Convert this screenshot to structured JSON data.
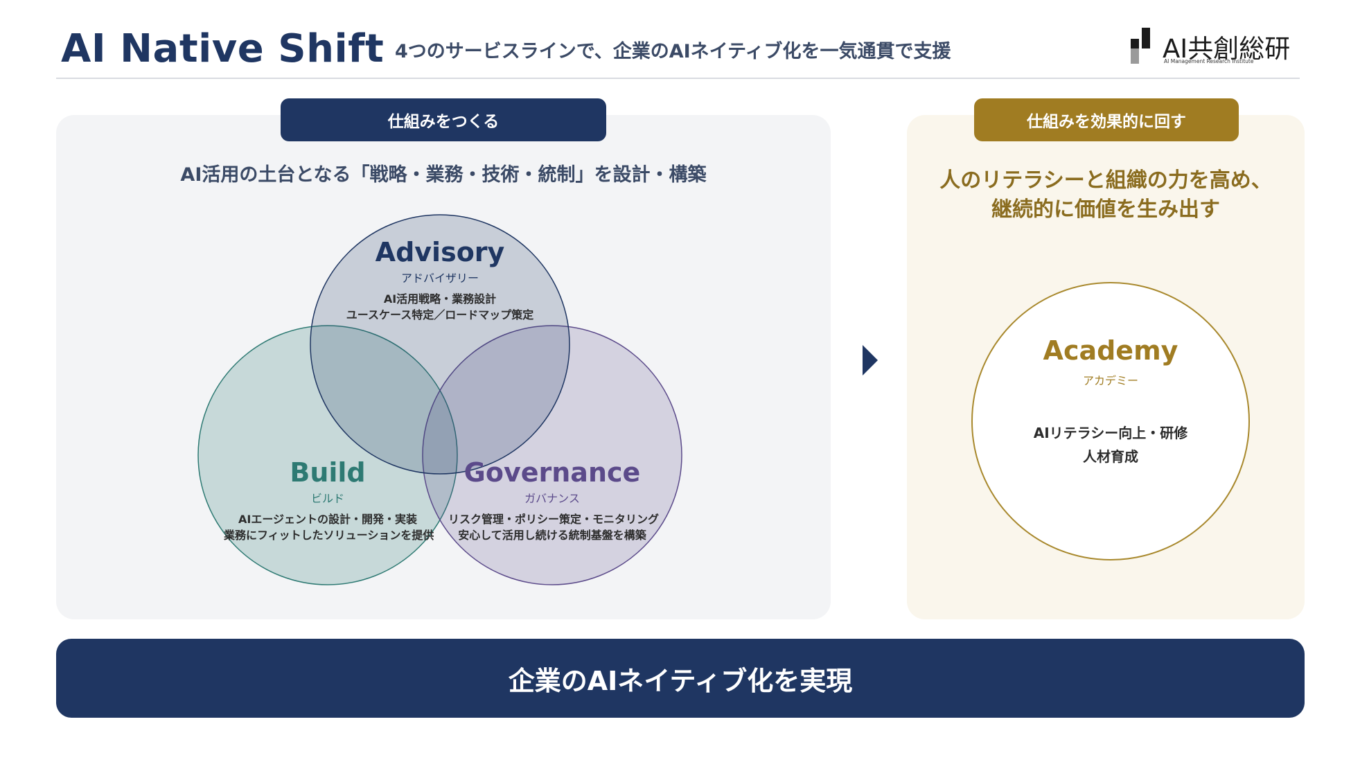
{
  "header": {
    "title": "AI Native Shift",
    "subtitle": "4つのサービスラインで、企業のAIネイティブ化を一気通貫で支援",
    "logo_text": "AI共創総研",
    "logo_subtext": "AI Management Research Institute"
  },
  "left_panel": {
    "pill_label": "仕組みをつくる",
    "caption": "AI活用の土台となる「戦略・業務・技術・統制」を設計・構築",
    "circles": {
      "advisory": {
        "title": "Advisory",
        "kana": "アドバイザリー",
        "desc_line1": "AI活用戦略・業務設計",
        "desc_line2": "ユースケース特定／ロードマップ策定",
        "color": "#1f3662"
      },
      "build": {
        "title": "Build",
        "kana": "ビルド",
        "desc_line1": "AIエージェントの設計・開発・実装",
        "desc_line2": "業務にフィットしたソリューションを提供",
        "color": "#2e7a73"
      },
      "governance": {
        "title": "Governance",
        "kana": "ガバナンス",
        "desc_line1": "リスク管理・ポリシー策定・モニタリング",
        "desc_line2": "安心して活用し続ける統制基盤を構築",
        "color": "#5b4a8a"
      }
    }
  },
  "right_panel": {
    "pill_label": "仕組みを効果的に回す",
    "caption_line1": "人のリテラシーと組織の力を高め、",
    "caption_line2": "継続的に価値を生み出す",
    "academy": {
      "title": "Academy",
      "kana": "アカデミー",
      "desc_line1": "AIリテラシー向上・研修",
      "desc_line2": "人材育成",
      "color": "#a07c22"
    }
  },
  "banner": {
    "text": "企業のAIネイティブ化を実現"
  },
  "colors": {
    "navy": "#1f3662",
    "gold": "#a07c22",
    "teal": "#2e7a73",
    "purple": "#5b4a8a"
  }
}
